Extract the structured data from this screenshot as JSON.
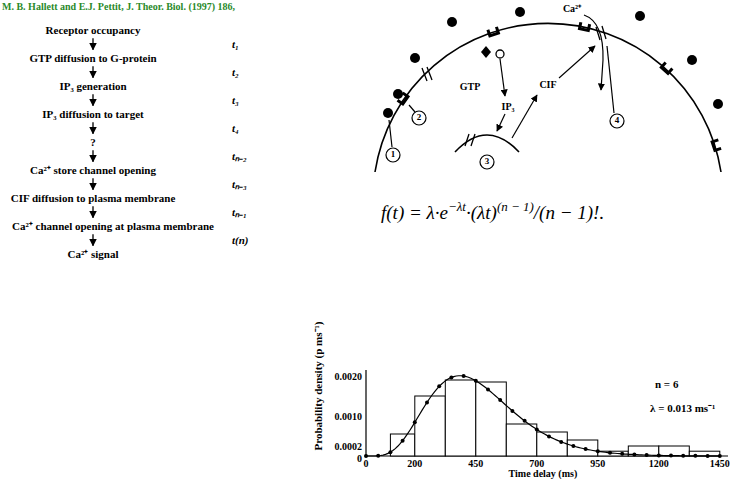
{
  "diagram": {
    "nodes": [
      {
        "text": [
          "Receptor occupancy"
        ]
      },
      {
        "text": [
          "GTP diffusion to G-protein"
        ]
      },
      {
        "text": [
          "IP₃ generation"
        ]
      },
      {
        "text": [
          "IP₃ diffusion to target"
        ]
      },
      {
        "text": [
          "?"
        ]
      },
      {
        "text": [
          "Ca²⁺ store channel opening"
        ]
      },
      {
        "text": [
          "CIF diffusion to plasma membrane"
        ]
      },
      {
        "text": [
          "Ca²⁺ channel opening at plasma membrane"
        ]
      },
      {
        "text": [
          "Ca²⁺ signal"
        ]
      }
    ],
    "edges": [
      {
        "from": 0,
        "to": 1,
        "arrow": "to"
      },
      {
        "from": 1,
        "to": 2,
        "arrow": "to"
      },
      {
        "from": 2,
        "to": 3,
        "arrow": "to"
      },
      {
        "from": 3,
        "to": 4,
        "arrow": "to"
      },
      {
        "from": 4,
        "to": 5,
        "arrow": "to"
      },
      {
        "from": 5,
        "to": 6,
        "arrow": "to"
      },
      {
        "from": 6,
        "to": 7,
        "arrow": "to"
      },
      {
        "from": 7,
        "to": 8,
        "arrow": "to"
      }
    ],
    "labels": [
      "M. B. Hallett and E.J. Pettit, J. Theor. Biol. (1997) 186,",
      "t₁",
      "t₂",
      "t₃",
      "t₄",
      "tₙ₋₂",
      "tₙ₋₃",
      "tₙ₋₁",
      "t(n)",
      "Ca²⁺",
      "GTP",
      "CIF",
      "IP₃",
      "1",
      "2",
      "3",
      "4",
      "f(t) = λ·e",
      "−λt",
      "·(λt)",
      "(n − 1)",
      "/(n − 1)!.",
      "Probability density (p ms⁻¹)",
      "0.0020",
      "0.0010",
      "0.0002",
      "0",
      "0",
      "200",
      "450",
      "700",
      "950",
      "1200",
      "1450",
      "Time delay (ms)",
      "n = 6",
      "λ = 0.013 ms⁻¹"
    ]
  }
}
